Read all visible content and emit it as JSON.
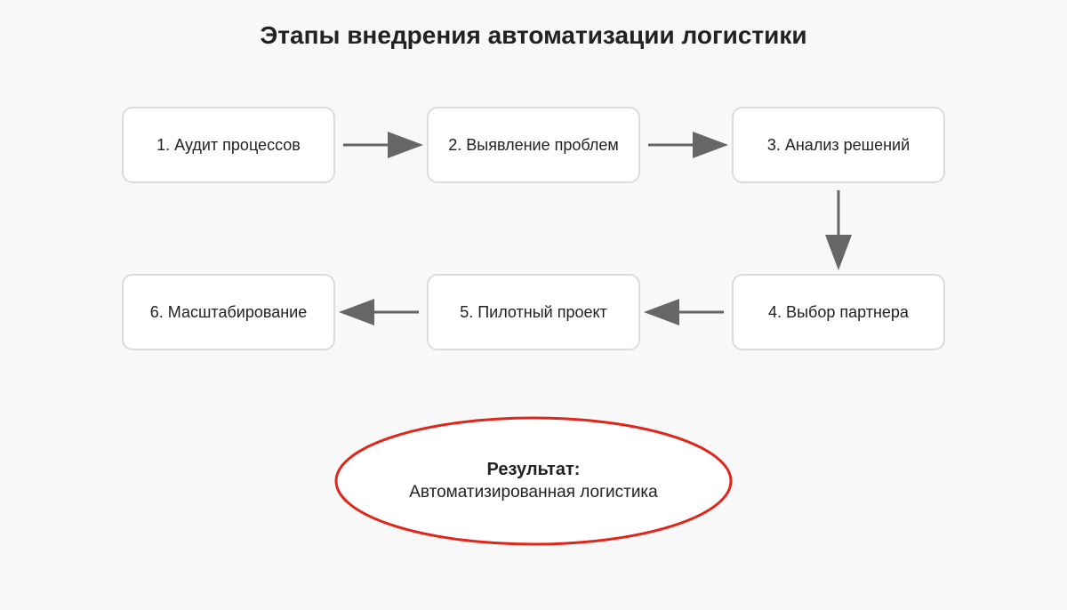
{
  "title": "Этапы внедрения автоматизации логистики",
  "steps": [
    {
      "label": "1. Аудит процессов"
    },
    {
      "label": "2. Выявление проблем"
    },
    {
      "label": "3. Анализ решений"
    },
    {
      "label": "4. Выбор партнера"
    },
    {
      "label": "5. Пилотный проект"
    },
    {
      "label": "6. Масштабирование"
    }
  ],
  "result": {
    "label": "Результат:",
    "value": "Автоматизированная логистика"
  },
  "colors": {
    "background": "#f8f8f8",
    "node_fill": "#ffffff",
    "node_border": "#dcdcdc",
    "arrow": "#666666",
    "result_border": "#e0251b",
    "text": "#222222"
  }
}
